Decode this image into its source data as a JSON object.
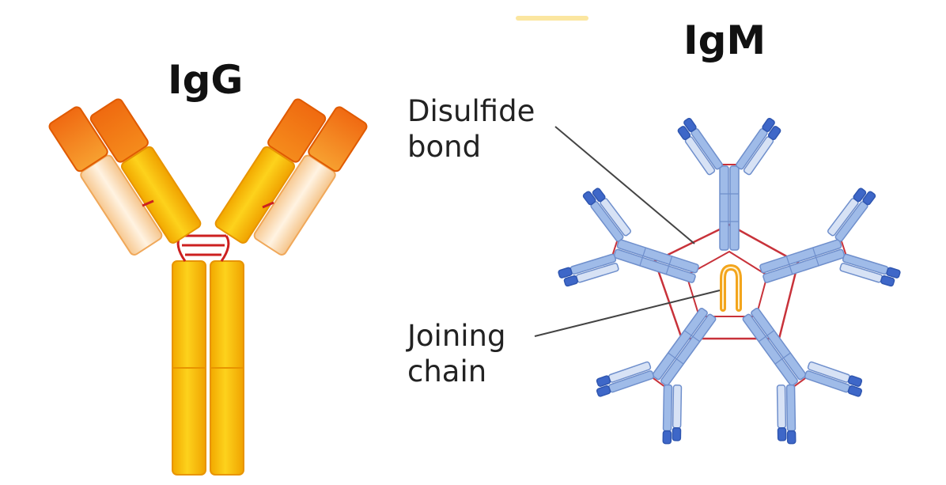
{
  "igg": {
    "title": "IgG",
    "colors": {
      "heavy_const": "#f9c513",
      "heavy_const_edge": "#e89400",
      "heavy_var": "#f06a0f",
      "light_const": "#fde5c2",
      "light_var": "#f58a1f",
      "bond": "#cc2020"
    }
  },
  "igm": {
    "title": "IgM",
    "colors": {
      "heavy": "#9fbbe8",
      "heavy_edge": "#6f8fcc",
      "light": "#d7e2f5",
      "variable": "#3e67c8",
      "bond": "#c8323a",
      "joining_chain": "#f3a51c"
    }
  },
  "labels": {
    "disulfide_line1": "Disulfide",
    "disulfide_line2": "bond",
    "joining_line1": "Joining",
    "joining_line2": "chain"
  },
  "decor": {
    "top_smudge": "#fbe6a0"
  }
}
